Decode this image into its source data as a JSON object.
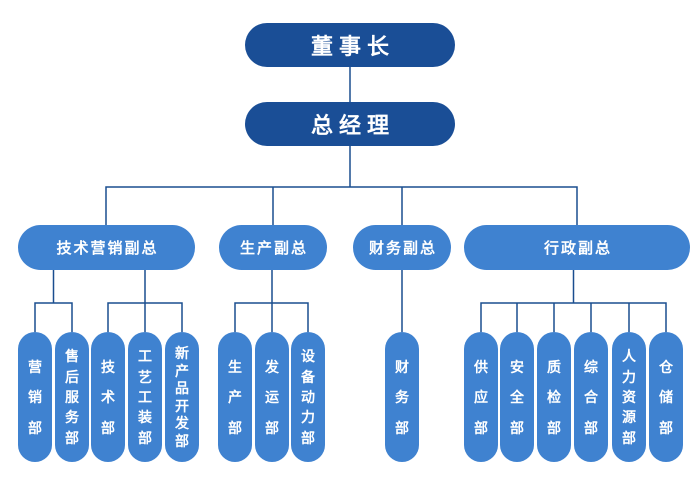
{
  "org_chart": {
    "chairman": "董事长",
    "general_manager": "总经理",
    "vps": [
      {
        "label": "技术营销副总",
        "departments": [
          "营销部",
          "售后服务部",
          "技术部",
          "工艺工装部",
          "新产品开发部"
        ]
      },
      {
        "label": "生产副总",
        "departments": [
          "生产部",
          "发运部",
          "设备动力部"
        ]
      },
      {
        "label": "财务副总",
        "departments": [
          "财务部"
        ]
      },
      {
        "label": "行政副总",
        "departments": [
          "供应部",
          "安全部",
          "质检部",
          "综合部",
          "人力资源部",
          "仓储部"
        ]
      }
    ]
  },
  "colors": {
    "executive_fill": "#1a4e96",
    "branch_fill": "#3f82d0",
    "connector": "#1a4e8f",
    "text": "#ffffff",
    "background": "#ffffff"
  }
}
